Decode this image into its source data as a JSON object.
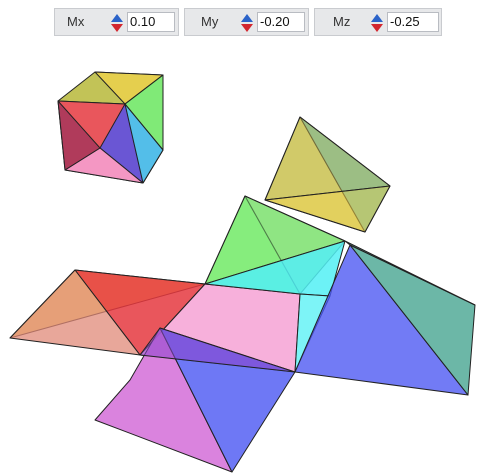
{
  "controls": [
    {
      "label": "Mx",
      "value": "0.10"
    },
    {
      "label": "My",
      "value": "-0.20"
    },
    {
      "label": "Mz",
      "value": "-0.25"
    }
  ],
  "colors": {
    "red": "#e5383f",
    "yellow": "#f4d44a",
    "green": "#55e34a",
    "cyan": "#52f0f4",
    "blue": "#4a56f2",
    "magenta": "#d46dd8",
    "olive": "#b7b83a",
    "teal": "#3b9f8a",
    "pink": "#f6a2d5"
  }
}
